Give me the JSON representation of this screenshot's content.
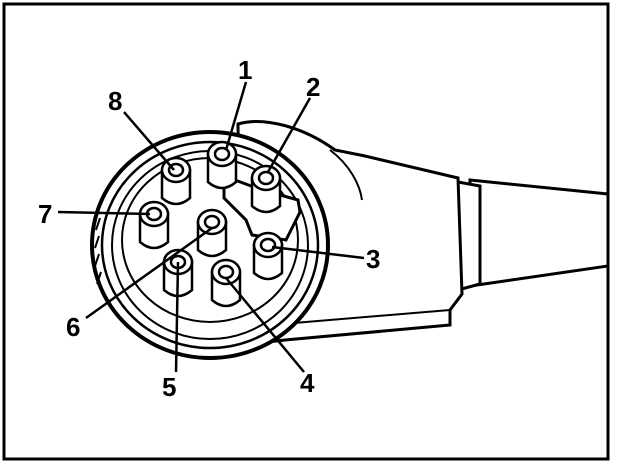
{
  "pins": [
    {
      "id": "pin-1",
      "label": "1"
    },
    {
      "id": "pin-2",
      "label": "2"
    },
    {
      "id": "pin-3",
      "label": "3"
    },
    {
      "id": "pin-4",
      "label": "4"
    },
    {
      "id": "pin-5",
      "label": "5"
    },
    {
      "id": "pin-6",
      "label": "6"
    },
    {
      "id": "pin-7",
      "label": "7"
    },
    {
      "id": "pin-8",
      "label": "8"
    }
  ],
  "colors": {
    "ink": "#000000",
    "paper": "#ffffff"
  }
}
